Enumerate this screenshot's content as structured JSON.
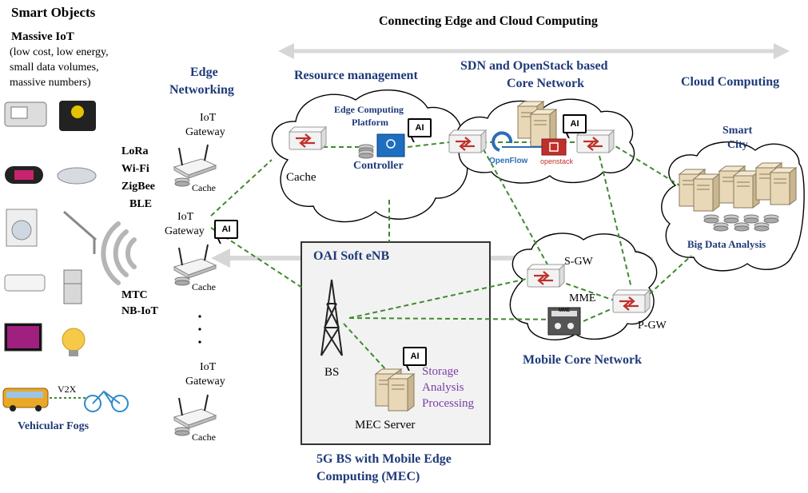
{
  "title": "Connecting Edge and Cloud Computing",
  "smart_objects": {
    "heading": "Smart Objects",
    "massive_iot": "Massive IoT",
    "desc_lines": [
      "(low cost, low energy,",
      "small data volumes,",
      "massive numbers)"
    ]
  },
  "radio": [
    "LoRa",
    "Wi-Fi",
    "ZigBee",
    "BLE"
  ],
  "mtc": [
    "MTC",
    "NB-IoT"
  ],
  "vehicular": {
    "link": "V2X",
    "label": "Vehicular Fogs"
  },
  "edge_networking": [
    "Edge",
    "Networking"
  ],
  "gateways": [
    {
      "lines": [
        "IoT",
        "Gateway"
      ],
      "cache": "Cache"
    },
    {
      "lines": [
        "IoT",
        "Gateway"
      ],
      "cache": "Cache"
    },
    {
      "lines": [
        "IoT",
        "Gateway"
      ],
      "cache": "Cache"
    }
  ],
  "ai_label": "AI",
  "resource_mgmt": {
    "heading": "Resource management",
    "ecp": [
      "Edge Computing",
      "Platform"
    ],
    "controller": "Controller",
    "cache": "Cache"
  },
  "sdn": {
    "heading": [
      "SDN and OpenStack based",
      "Core Network"
    ],
    "openflow": "OpenFlow",
    "openstack": "openstack"
  },
  "cloud": {
    "heading": "Cloud Computing",
    "smart_city": [
      "Smart",
      "City"
    ],
    "big_data": "Big Data Analysis"
  },
  "oai": {
    "heading": "OAI Soft eNB",
    "bs": "BS",
    "mec_server": "MEC Server",
    "services": [
      "Storage",
      "Analysis",
      "Processing"
    ],
    "caption": [
      "5G BS with Mobile Edge",
      "Computing (MEC)"
    ]
  },
  "mobile_core": {
    "heading": "Mobile Core Network",
    "sgw": "S-GW",
    "mme": "MME",
    "mme_box": "MME",
    "pgw": "P-GW"
  },
  "colors": {
    "navy": "#1f3a78",
    "purple": "#7a3fa2",
    "link_green": "#3f8a2f",
    "arrow_gray": "#d9d9d9",
    "router_red": "#c0302a"
  }
}
